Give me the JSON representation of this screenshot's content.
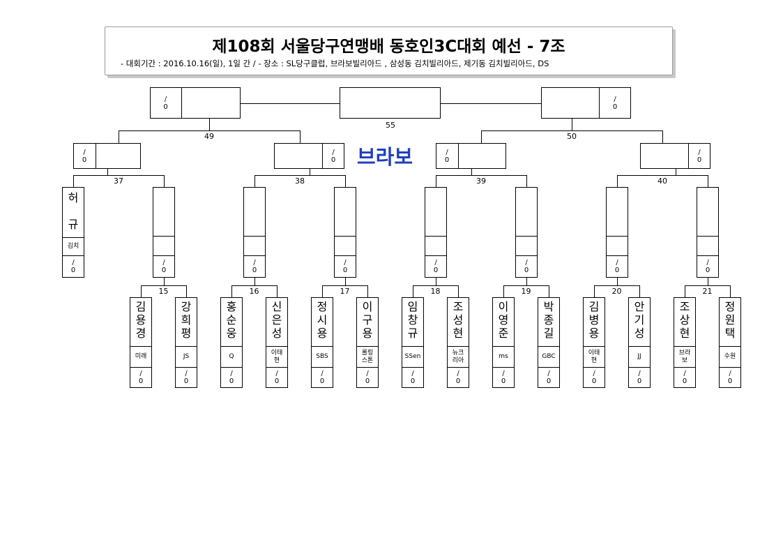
{
  "title": "제108회 서울당구연맹배 동호인3C대회 예선 - 7조",
  "subtitle": "- 대회기간 : 2016.10.16(일), 1일 간 / - 장소 : SL당구클럽, 브라보빌리아드 , 삼성동 김치빌리아드, 제기동 김치빌리아드, DS",
  "brand": "브라보",
  "score_label": "/ 0",
  "match_numbers": {
    "m15": "15",
    "m16": "16",
    "m17": "17",
    "m18": "18",
    "m19": "19",
    "m20": "20",
    "m21": "21",
    "m37": "37",
    "m38": "38",
    "m39": "39",
    "m40": "40",
    "m49": "49",
    "m50": "50",
    "m55": "55"
  },
  "seeded_player": {
    "name_line1": "허",
    "name_line2": "규",
    "club": "김치"
  },
  "players": [
    {
      "name": "김\n용\n경",
      "club": "미래"
    },
    {
      "name": "강\n희\n평",
      "club": "JS"
    },
    {
      "name": "홍\n순\n웅",
      "club": "Q"
    },
    {
      "name": "신\n은\n성",
      "club": "이태\n현"
    },
    {
      "name": "정\n시\n용",
      "club": "SBS"
    },
    {
      "name": "이\n구\n용",
      "club": "롤링\n스톤"
    },
    {
      "name": "임\n창\n규",
      "club": "SSen"
    },
    {
      "name": "조\n성\n현",
      "club": "뉴크\n리아"
    },
    {
      "name": "이\n영\n준",
      "club": "ms"
    },
    {
      "name": "박\n종\n길",
      "club": "GBC"
    },
    {
      "name": "김\n병\n용",
      "club": "이태\n현"
    },
    {
      "name": "안\n기\n성",
      "club": "JJ"
    },
    {
      "name": "조\n상\n현",
      "club": "브라\n보"
    },
    {
      "name": "정\n원\n택",
      "club": "수원"
    }
  ]
}
